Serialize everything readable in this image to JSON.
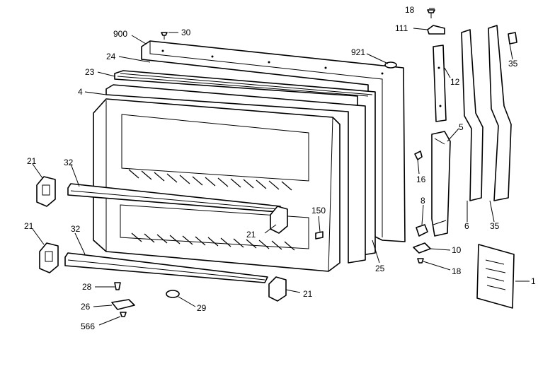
{
  "labels": {
    "l18a": "18",
    "l111": "111",
    "l900": "900",
    "l30": "30",
    "l24": "24",
    "l921": "921",
    "l35a": "35",
    "l23": "23",
    "l12": "12",
    "l4": "4",
    "l5": "5",
    "l21a": "21",
    "l32a": "32",
    "l16": "16",
    "l8": "8",
    "l150": "150",
    "l21b": "21",
    "l21c": "21",
    "l32b": "32",
    "l6": "6",
    "l35b": "35",
    "l10": "10",
    "l25": "25",
    "l18b": "18",
    "l1": "1",
    "l28": "28",
    "l21d": "21",
    "l26": "26",
    "l29": "29",
    "l566": "566"
  }
}
